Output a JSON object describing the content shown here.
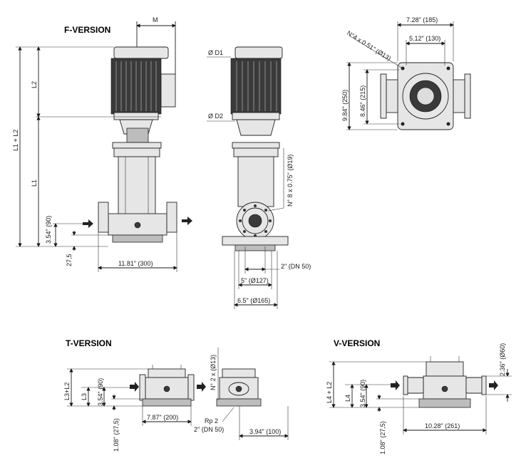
{
  "views": {
    "f_version": {
      "title": "F-VERSION",
      "labels": {
        "m": "M",
        "l2": "L2",
        "l1_l2": "L1 + L2",
        "l1": "L1",
        "h354": "3.54\" (90)",
        "d275": "27,5",
        "w1181": "11.81\" (300)"
      }
    },
    "front_view": {
      "labels": {
        "d1": "Ø D1",
        "d2": "Ø D2",
        "holes": "N° 8 x 0.75\" (Ø19)",
        "dn50": "2\" (DN 50)",
        "d127": "5\" (Ø127)",
        "d165": "6.5\" (Ø165)"
      }
    },
    "top_view": {
      "labels": {
        "w728": "7.28\" (185)",
        "holes": "N°4 x 0.51\" (Ø13)",
        "w512": "5.12\" (130)",
        "h984": "9.84\" (250)",
        "h846": "8.46\" (215)"
      }
    },
    "t_version": {
      "title": "T-VERSION",
      "labels": {
        "l3_l2": "L3+L2",
        "l3": "L3",
        "h354": "3.54\" (90)",
        "h108": "1.08\" (27,5)",
        "w787": "7.87\" (200)",
        "holes": "N° 2 x (Ø13)",
        "rp2": "Rp 2",
        "dn50": "2\" (DN 50)",
        "w394": "3.94\" (100)"
      }
    },
    "v_version": {
      "title": "V-VERSION",
      "labels": {
        "l4_l2": "L4 + L2",
        "l4": "L4",
        "h354": "3.54\" (90)",
        "h108": "1.08\" (27,5)",
        "w1028": "10.28\" (261)",
        "d236": "2.36\" (Ø60)"
      }
    }
  }
}
